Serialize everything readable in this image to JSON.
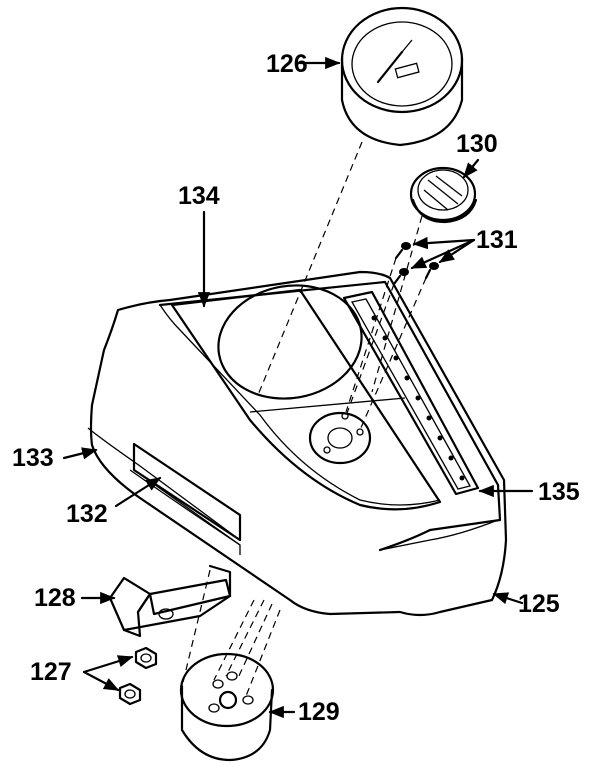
{
  "diagram": {
    "callouts": [
      {
        "id": "126",
        "label": "126"
      },
      {
        "id": "130",
        "label": "130"
      },
      {
        "id": "134",
        "label": "134"
      },
      {
        "id": "131",
        "label": "131"
      },
      {
        "id": "133",
        "label": "133"
      },
      {
        "id": "135",
        "label": "135"
      },
      {
        "id": "132",
        "label": "132"
      },
      {
        "id": "128",
        "label": "128"
      },
      {
        "id": "125",
        "label": "125"
      },
      {
        "id": "127",
        "label": "127"
      },
      {
        "id": "129",
        "label": "129"
      }
    ]
  }
}
